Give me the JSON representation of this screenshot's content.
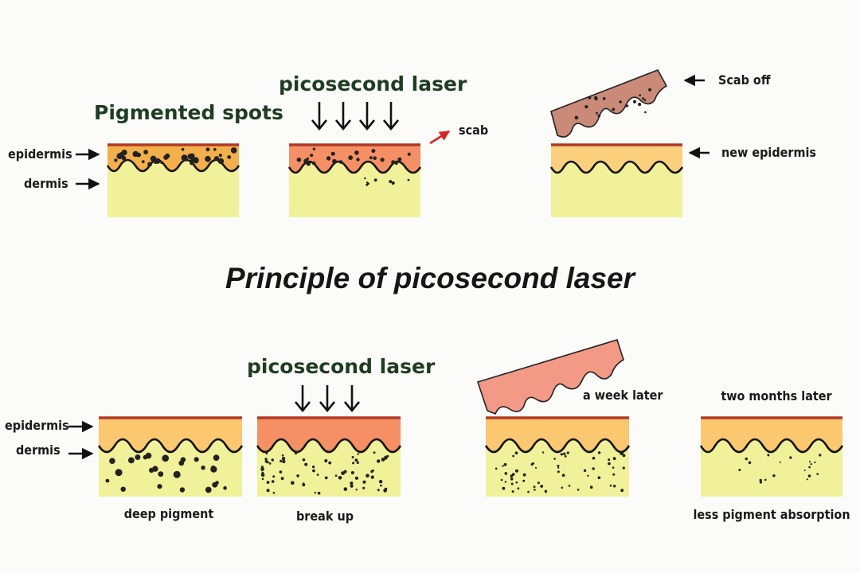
{
  "title": "Principle of picosecond laser",
  "colors": {
    "epidermis_top": "#fbc870",
    "epidermis_pigmented": "#f3b04a",
    "epidermis_laser": "#f59064",
    "red_line": "#b13a24",
    "dermis": "#f1f19a",
    "scab": "#c98a78",
    "scab_light": "#f29a86",
    "pigment": "#222222",
    "arrow_red": "#d92222"
  },
  "top_row": {
    "pigmented_spots": "Pigmented spots",
    "epidermis": "epidermis",
    "dermis": "dermis",
    "laser": "picosecond laser",
    "scab": "scab",
    "scab_off": "Scab off",
    "new_epidermis": "new epidermis",
    "laser_arrow_count": 4
  },
  "bottom_row": {
    "epidermis": "epidermis",
    "dermis": "dermis",
    "laser": "picosecond laser",
    "deep_pigment": "deep pigment",
    "break_up": "break up",
    "a_week_later": "a week later",
    "two_months_later": "two months later",
    "less_pigment": "less pigment absorption",
    "laser_arrow_count": 3
  }
}
